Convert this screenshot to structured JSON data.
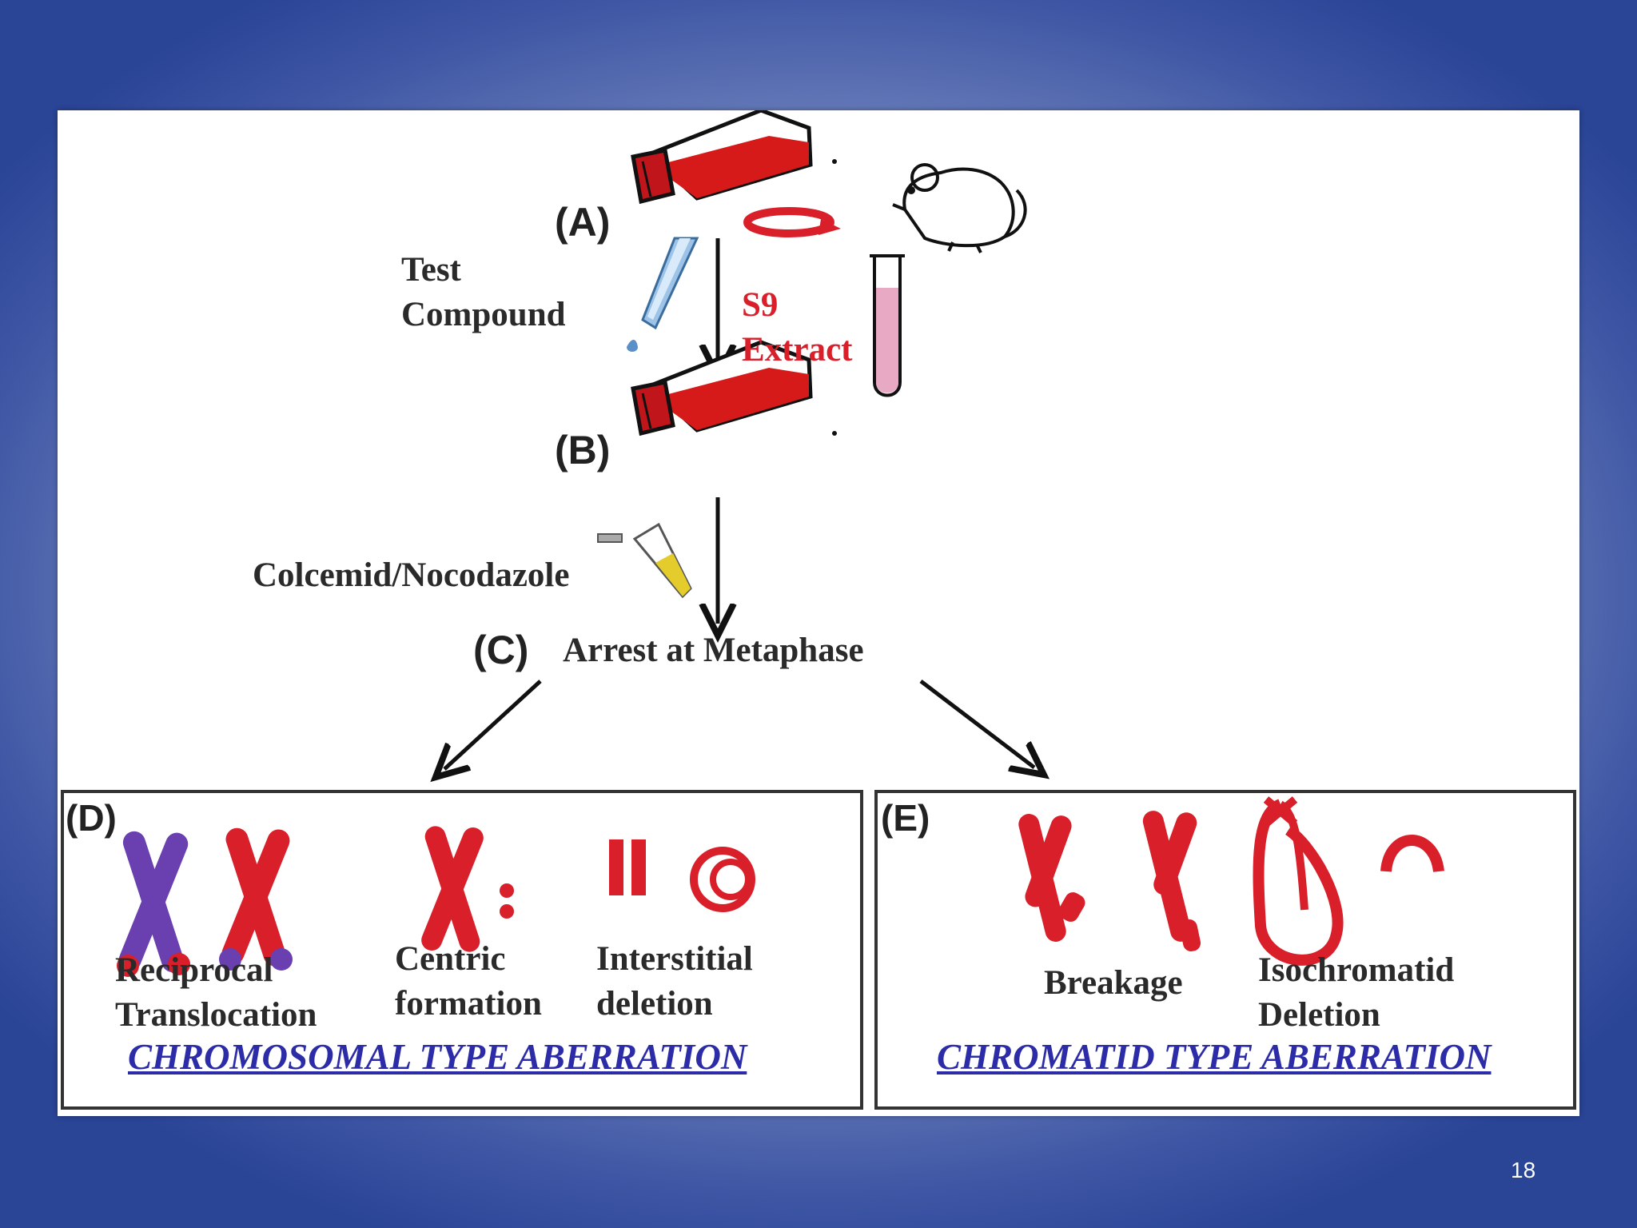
{
  "step_labels": {
    "a": "(A)",
    "b": "(B)",
    "c": "(C)",
    "d": "(D)",
    "e": "(E)"
  },
  "test_compound": "Test\nCompound",
  "s9_extract": "S9\nExtract",
  "colcemid": "Colcemid/Nocodazole",
  "arrest": "Arrest at Metaphase",
  "chromosomal": {
    "reciprocal": "Reciprocal\nTranslocation",
    "centric": "Centric\nformation",
    "interstitial": "Interstitial\ndeletion",
    "title": "CHROMOSOMAL TYPE ABERRATION"
  },
  "chromatid": {
    "breakage": "Breakage",
    "isochromatid": "Isochromatid\nDeletion",
    "title": "CHROMATID TYPE ABERRATION"
  },
  "slide_number": "18",
  "colors": {
    "chromosome_red": "#d81f2a",
    "chromosome_purple": "#6a3fb0",
    "title_blue": "#2c2ca8"
  }
}
